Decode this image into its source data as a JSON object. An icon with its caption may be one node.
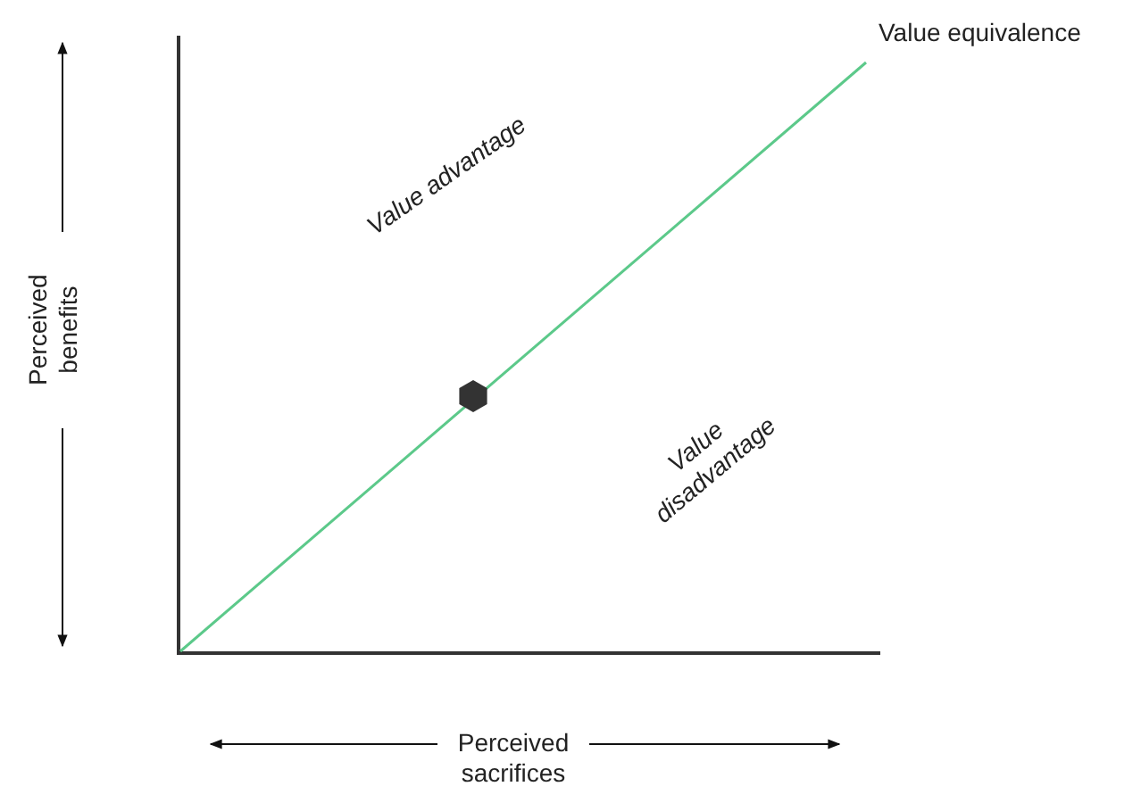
{
  "diagram": {
    "labels": [
      "Value equivalence",
      "Value advantage",
      "Value disadvantage",
      "Perceived benefits",
      "Perceived sacrifices"
    ]
  }
}
